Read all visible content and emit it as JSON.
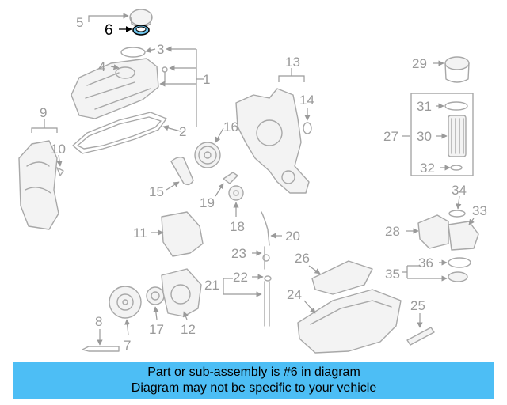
{
  "diagram": {
    "highlight_color": "#6ec3ea",
    "part_color": "#a8a8a8",
    "highlighted_label": "6",
    "labels": {
      "p1": "1",
      "p2": "2",
      "p3": "3",
      "p4": "4",
      "p5": "5",
      "p7": "7",
      "p8": "8",
      "p9": "9",
      "p10": "10",
      "p11": "11",
      "p12": "12",
      "p13": "13",
      "p14": "14",
      "p15": "15",
      "p16": "16",
      "p17": "17",
      "p18": "18",
      "p19": "19",
      "p20": "20",
      "p21": "21",
      "p22": "22",
      "p23": "23",
      "p24": "24",
      "p25": "25",
      "p26": "26",
      "p27": "27",
      "p28": "28",
      "p29": "29",
      "p30": "30",
      "p31": "31",
      "p32": "32",
      "p33": "33",
      "p34": "34",
      "p35": "35",
      "p36": "36"
    }
  },
  "banner": {
    "background": "#4dbef5",
    "line1": "Part or sub-assembly is #6 in diagram",
    "line2": "Diagram may not be specific to your vehicle"
  }
}
